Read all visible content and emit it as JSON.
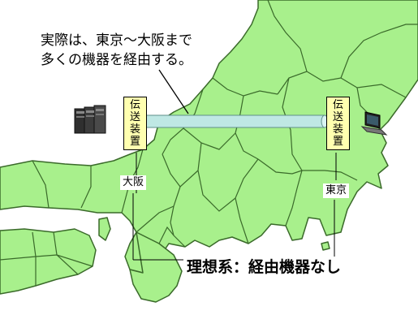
{
  "callout": {
    "line1": "実際は、東京～大阪まで",
    "line2": "多くの機器を経由する。"
  },
  "devices": {
    "left": {
      "chars": [
        "伝",
        "送",
        "装",
        "置"
      ]
    },
    "right": {
      "chars": [
        "伝",
        "送",
        "装",
        "置"
      ]
    }
  },
  "cities": {
    "osaka": "大阪",
    "tokyo": "東京"
  },
  "ideal_label": "理想系：経由機器なし",
  "icons": {
    "left_endpoint": "server-rack-icon",
    "right_endpoint": "laptop-icon"
  },
  "colors": {
    "land": "#a8f08c",
    "border": "#3a6a2a",
    "sea": "#ffffff",
    "pipe": "#bfe8e4",
    "device_box": "#ffffb0"
  }
}
